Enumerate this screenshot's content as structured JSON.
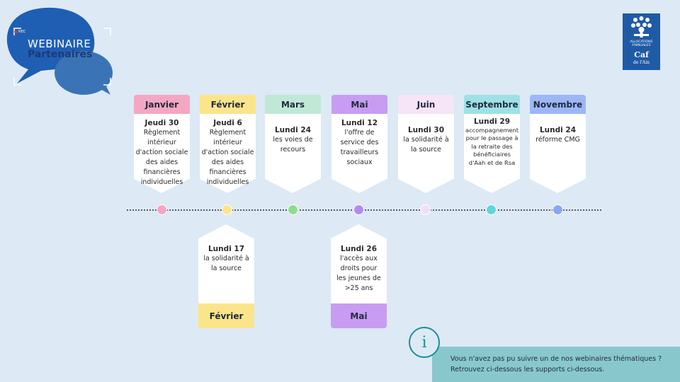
{
  "logo": {
    "rec": "REC",
    "title": "WEBINAIRE",
    "subtitle": "Partenaires"
  },
  "caf_logo": {
    "line1": "ALLOCATIONS",
    "line2": "FAMILIALES",
    "name": "Caf",
    "region": "de l'Ain"
  },
  "months_top": [
    {
      "month": "Janvier",
      "date": "Jeudi 30",
      "text": "Règlement intérieur d'action sociale des aides financières individuelles",
      "color": "#f4a7c3",
      "dot": "#f4a7c3"
    },
    {
      "month": "Février",
      "date": "Jeudi 6",
      "text": "Règlement intérieur d'action sociale des aides financières individuelles",
      "color": "#fbe58a",
      "dot": "#fbe58a"
    },
    {
      "month": "Mars",
      "date": "Lundi 24",
      "text": "les voies de recours",
      "color": "#bfe9d6",
      "dot": "#8fdc8f"
    },
    {
      "month": "Mai",
      "date": "Lundi 12",
      "text": "l'offre de service des travailleurs sociaux",
      "color": "#c89cf2",
      "dot": "#b48af0"
    },
    {
      "month": "Juin",
      "date": "Lundi 30",
      "text": "la solidarité à la source",
      "color": "#f6e4f7",
      "dot": "#f4def7"
    },
    {
      "month": "Septembre",
      "date": "Lundi 29",
      "text": "accompagnement pour le passage à la retraite des bénéficiaires d'Aah et de Rsa",
      "color": "#9de1e6",
      "dot": "#5fd6dc"
    },
    {
      "month": "Novembre",
      "date": "Lundi 24",
      "text": "réforme CMG",
      "color": "#9db6f7",
      "dot": "#8aa6f5"
    }
  ],
  "months_bottom": [
    {
      "month": "Février",
      "date": "Lundi 17",
      "text": "la solidarité à la source",
      "color": "#fbe58a"
    },
    {
      "month": "Mai",
      "date": "Lundi 26",
      "text": "l'accès aux droits pour les jeunes de >25 ans",
      "color": "#c89cf2"
    }
  ],
  "info": {
    "line1": "Vous n'avez pas pu suivre un de nos webinaires thématiques ?",
    "line2": "Retrouvez ci-dessous  les supports ci-dessous.",
    "icon": "info-icon"
  }
}
